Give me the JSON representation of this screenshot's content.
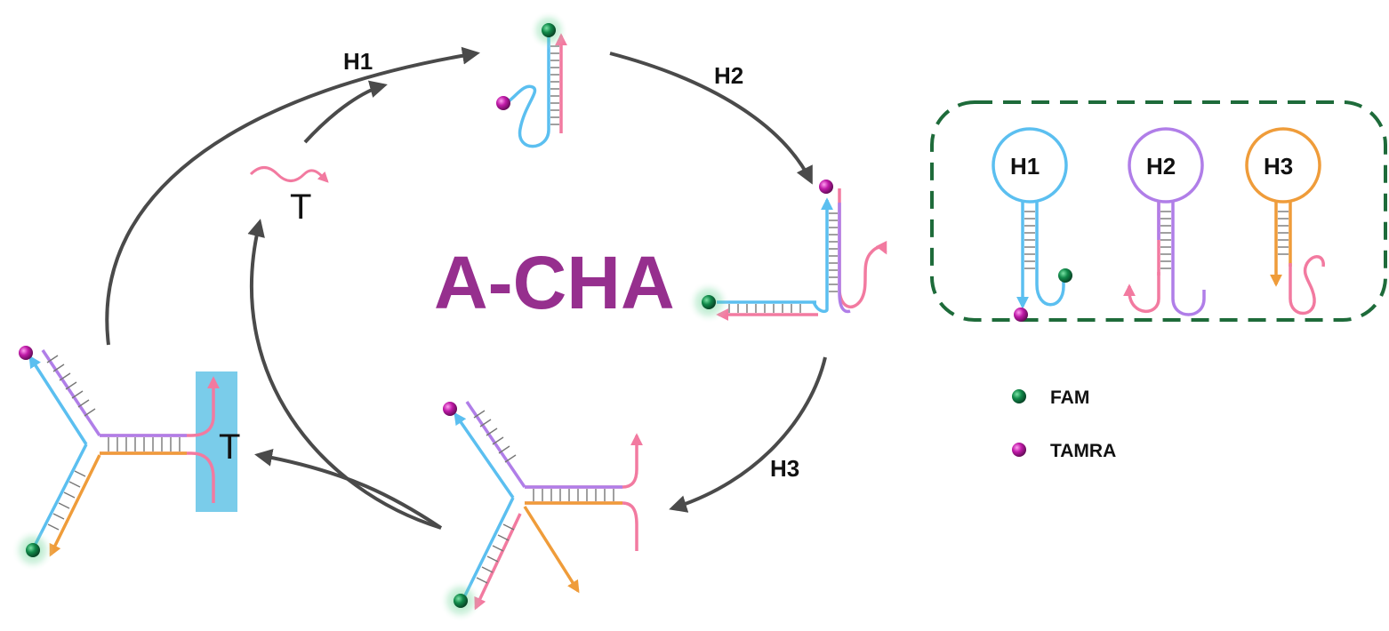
{
  "title": "A-CHA",
  "colors": {
    "h1": "#5bbff0",
    "h2": "#b07ee8",
    "h3": "#ef9c3a",
    "target": "#f27aa0",
    "fam": "#0d6b3c",
    "tamra": "#b01a9a",
    "arrow": "#4a4a4a",
    "title": "#962f8e",
    "dashed_box": "#1e6b3a",
    "highlight": "#6cc6e8"
  },
  "steps": {
    "h1": "H1",
    "h2": "H2",
    "h3": "H3"
  },
  "target_label": "T",
  "target_label_complex": "T",
  "hairpins": [
    {
      "label": "H1",
      "color_key": "h1"
    },
    {
      "label": "H2",
      "color_key": "h2"
    },
    {
      "label": "H3",
      "color_key": "h3"
    }
  ],
  "legend": [
    {
      "label": "FAM",
      "color_key": "fam",
      "icon": "green-sphere-icon"
    },
    {
      "label": "TAMRA",
      "color_key": "tamra",
      "icon": "magenta-sphere-icon"
    }
  ]
}
